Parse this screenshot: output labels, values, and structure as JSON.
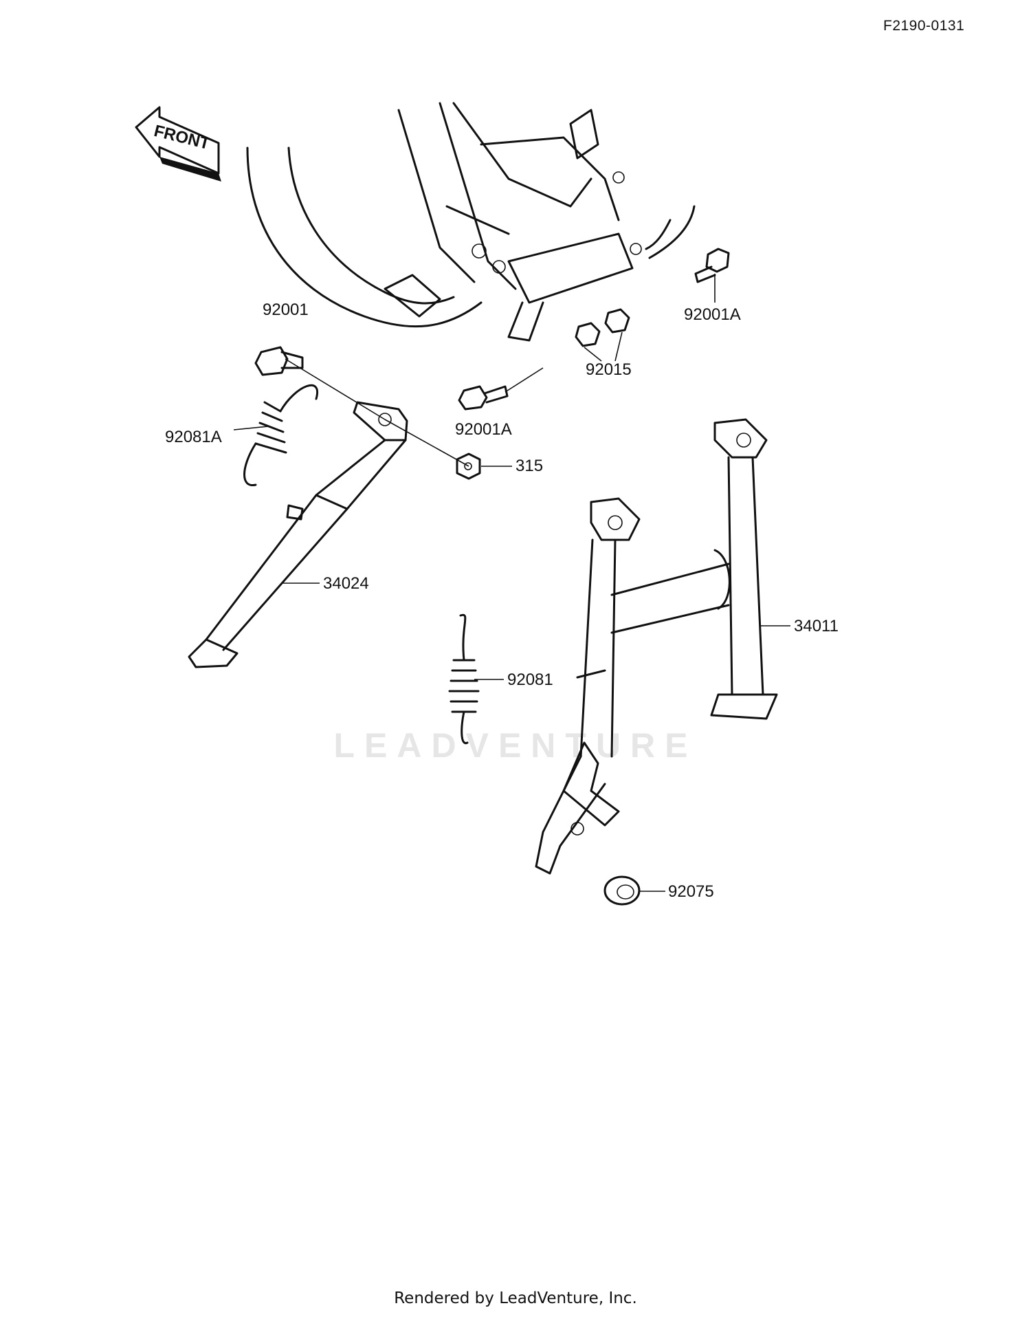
{
  "doc_id": "F2190-0131",
  "front_label": "FRONT",
  "watermark_text": "LEADVENTURE",
  "footer_text": "Rendered by LeadVenture, Inc.",
  "parts": {
    "p92001": "92001",
    "p92001A_top": "92001A",
    "p92015": "92015",
    "p92001A_mid": "92001A",
    "p92081A": "92081A",
    "p315": "315",
    "p34024": "34024",
    "p34011": "34011",
    "p92081": "92081",
    "p92075": "92075"
  }
}
